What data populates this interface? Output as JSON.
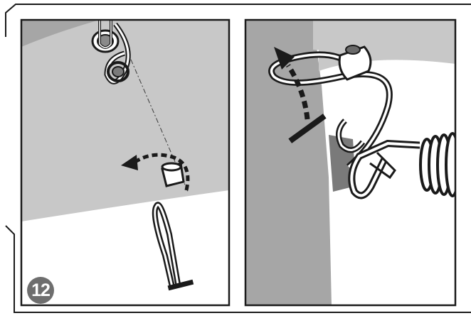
{
  "step": {
    "number": "12"
  },
  "colors": {
    "frame": "#1a1a1a",
    "tarp_light": "#c8c8c8",
    "tarp_dark": "#a6a6a6",
    "tarp_mid": "#8f8f8f",
    "ground": "#ffffff",
    "badge": "#6e6e6e",
    "arrow": "#1a1a1a"
  },
  "panels": [
    {
      "name": "left",
      "icons": [
        "grommet-icon",
        "bungee-loop-icon",
        "ball-stopper-icon",
        "curved-arrow-icon",
        "toggle-bar-icon"
      ]
    },
    {
      "name": "right",
      "icons": [
        "bungee-loop-icon",
        "stopper-icon",
        "hook-icon",
        "spring-coil-icon",
        "toggle-bar-icon",
        "up-arrow-icon"
      ]
    }
  ]
}
